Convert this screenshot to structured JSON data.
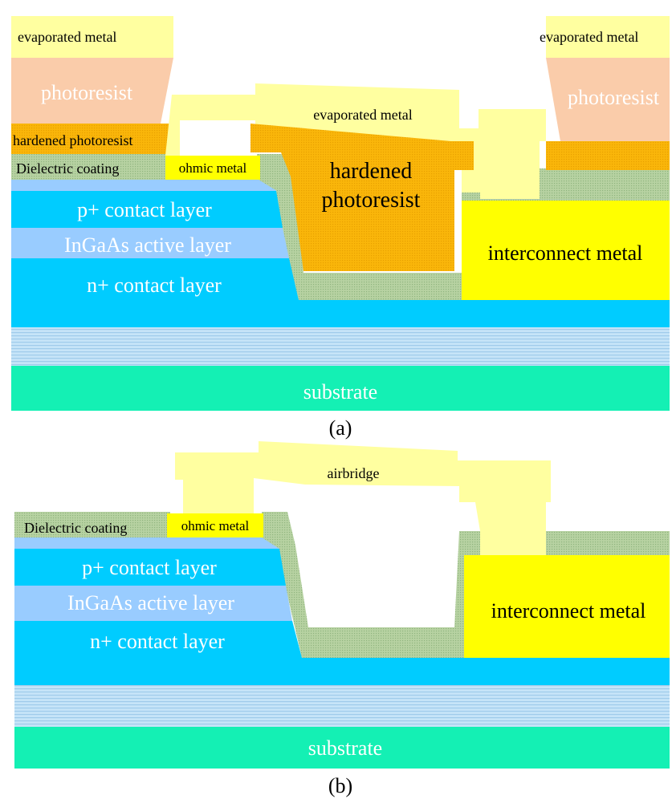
{
  "colors": {
    "evaporated_metal": "#FFFFA0",
    "photoresist": "#FACCAA",
    "hardened_photoresist": "#FAB60A",
    "dielectric": "#B7D2A2",
    "ohmic_metal": "#FFFF00",
    "contact_layer": "#00CCFF",
    "active_layer": "#99CCFF",
    "buffer_stripes": "#B4DCF6",
    "substrate": "#14F0B4",
    "interconnect_metal": "#FFFF00"
  },
  "panel_a": {
    "caption": "(a)",
    "evaporated_metal_left": "evaporated metal",
    "evaporated_metal_center": "evaporated metal",
    "evaporated_metal_right": "evaporated metal",
    "photoresist_left": "photoresist",
    "photoresist_right": "photoresist",
    "hardened_photoresist_small": "hardened photoresist",
    "hardened_photoresist_center": [
      "hardened",
      "photoresist"
    ],
    "dielectric_coating": "Dielectric coating",
    "ohmic_metal": "ohmic metal",
    "p_contact": "p+ contact layer",
    "active_layer": "InGaAs active layer",
    "n_contact": "n+ contact layer",
    "interconnect_metal": "interconnect metal",
    "substrate": "substrate"
  },
  "panel_b": {
    "caption": "(b)",
    "airbridge": "airbridge",
    "dielectric_coating": "Dielectric coating",
    "ohmic_metal": "ohmic metal",
    "p_contact": "p+ contact layer",
    "active_layer": "InGaAs active layer",
    "n_contact": "n+ contact layer",
    "interconnect_metal": "interconnect metal",
    "substrate": "substrate"
  }
}
